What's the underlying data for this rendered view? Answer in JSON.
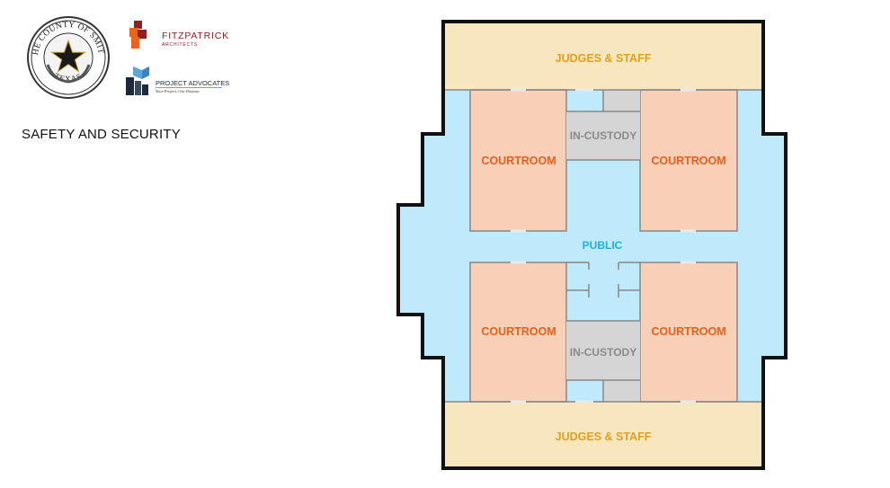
{
  "slide": {
    "title": "SAFETY AND SECURITY"
  },
  "logos": {
    "seal": {
      "top_text": "THE COUNTY OF SMITH",
      "bottom_text": "TEXAS"
    },
    "fitzpatrick": {
      "name": "FITZPATRICK",
      "sub": "ARCHITECTS"
    },
    "project_advocates": {
      "name": "PROJECT ADVOCATES",
      "tagline": "Your Project. Our Passion."
    }
  },
  "floorplan": {
    "labels": {
      "judges_top": "JUDGES & STAFF",
      "judges_bottom": "JUDGES & STAFF",
      "courtroom_tl": "COURTROOM",
      "courtroom_tr": "COURTROOM",
      "courtroom_bl": "COURTROOM",
      "courtroom_br": "COURTROOM",
      "custody_top": "IN-CUSTODY",
      "custody_bottom": "IN-CUSTODY",
      "public": "PUBLIC"
    },
    "colors": {
      "judges": "#f8e6bf",
      "public": "#bfeafb",
      "courtroom": "#f8d0b8",
      "custody": "#d5d5d5",
      "judges_text": "#e0a21e",
      "courtroom_text": "#e8601c",
      "custody_text": "#8a8a8a",
      "public_text": "#1db0dc"
    }
  }
}
